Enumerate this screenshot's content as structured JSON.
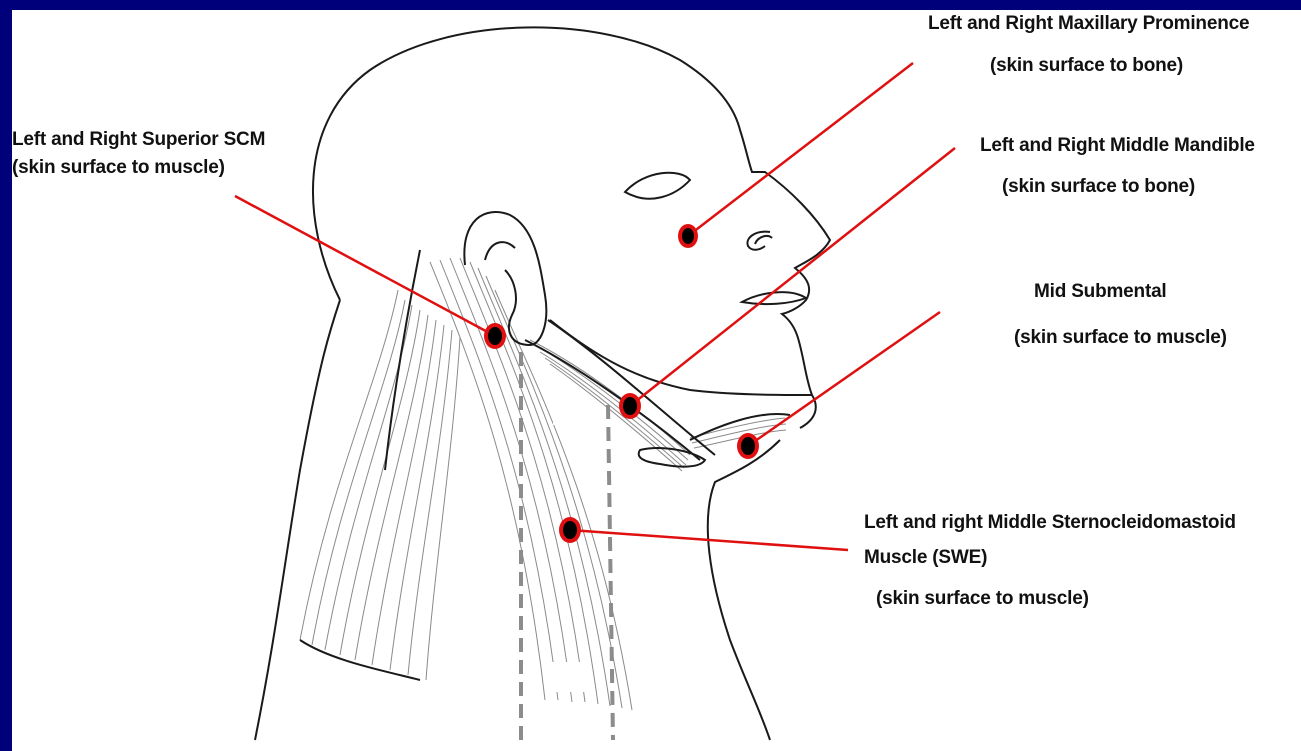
{
  "colors": {
    "border": "#00007a",
    "background": "#ffffff",
    "leader_line": "#e01010",
    "marker_ring": "#e01010",
    "marker_fill": "#000000",
    "outline": "#1a1a1a",
    "muscle_fibers": "#8a8a8a",
    "dashed_guides": "#8c8c8c"
  },
  "labels": {
    "maxillary": {
      "title": "Left and Right Maxillary Prominence",
      "detail": "(skin surface to bone)"
    },
    "superior_scm": {
      "title": "Left and Right Superior SCM",
      "detail": "(skin surface to muscle)"
    },
    "mandible": {
      "title": "Left and Right Middle Mandible",
      "detail": "(skin surface to bone)"
    },
    "submental": {
      "title": "Mid Submental",
      "detail": "(skin surface to muscle)"
    },
    "middle_scm": {
      "title_line1": "Left and right Middle Sternocleidomastoid",
      "title_line2": "Muscle (SWE)",
      "detail": "(skin surface to muscle)"
    }
  },
  "markers": [
    "maxillary",
    "superior_scm",
    "mandible",
    "submental",
    "middle_scm"
  ]
}
